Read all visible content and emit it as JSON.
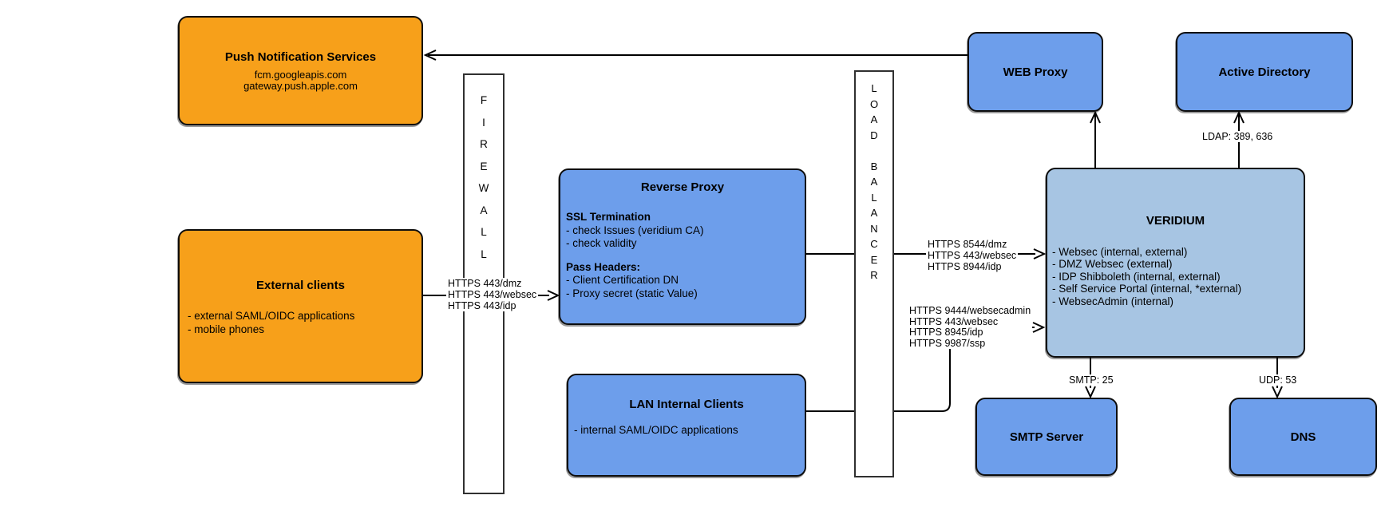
{
  "diagram": {
    "nodes": {
      "push": {
        "title": "Push Notification Services",
        "lines": [
          "fcm.googleapis.com",
          "gateway.push.apple.com"
        ]
      },
      "external": {
        "title": "External clients",
        "items": [
          "- external SAML/OIDC applications",
          "- mobile phones"
        ]
      },
      "firewall": {
        "label": "FIREWALL"
      },
      "reverse_proxy": {
        "title": "Reverse Proxy",
        "sections": [
          {
            "heading": "SSL Termination",
            "items": [
              "- check Issues (veridium CA)",
              "- check validity"
            ]
          },
          {
            "heading": "Pass Headers:",
            "items": [
              "- Client Certification DN",
              "- Proxy secret (static Value)"
            ]
          }
        ]
      },
      "lan": {
        "title": "LAN Internal Clients",
        "items": [
          "- internal SAML/OIDC applications"
        ]
      },
      "load_balancer": {
        "label": "LOAD BALANCER"
      },
      "web_proxy": {
        "title": "WEB Proxy"
      },
      "active_directory": {
        "title": "Active Directory"
      },
      "veridium": {
        "title": "VERIDIUM",
        "items": [
          "- Websec (internal, external)",
          "- DMZ Websec (external)",
          "- IDP Shibboleth (internal, external)",
          "- Self Service Portal (internal, *external)",
          "- WebsecAdmin (internal)"
        ]
      },
      "smtp": {
        "title": "SMTP Server"
      },
      "dns": {
        "title": "DNS"
      }
    },
    "edges": {
      "external_to_reverse_proxy": {
        "labels": [
          "HTTPS 443/dmz",
          "HTTPS 443/websec",
          "HTTPS 443/idp"
        ]
      },
      "reverse_proxy_to_veridium": {
        "labels": [
          "HTTPS 8544/dmz",
          "HTTPS 443/websec",
          "HTTPS 8944/idp"
        ]
      },
      "lan_to_veridium": {
        "labels": [
          "HTTPS 9444/websecadmin",
          "HTTPS 443/websec",
          "HTTPS 8945/idp",
          "HTTPS 9987/ssp"
        ]
      },
      "veridium_to_active_directory": {
        "label": "LDAP: 389, 636"
      },
      "veridium_to_smtp": {
        "label": "SMTP: 25"
      },
      "veridium_to_dns": {
        "label": "UDP: 53"
      }
    },
    "colors": {
      "orange": "#F7A01A",
      "blue": "#6D9EEB",
      "light_blue": "#A7C5E3",
      "outline": "#0D0D0D",
      "connector": "#000000",
      "background": "#FFFFFF"
    }
  }
}
